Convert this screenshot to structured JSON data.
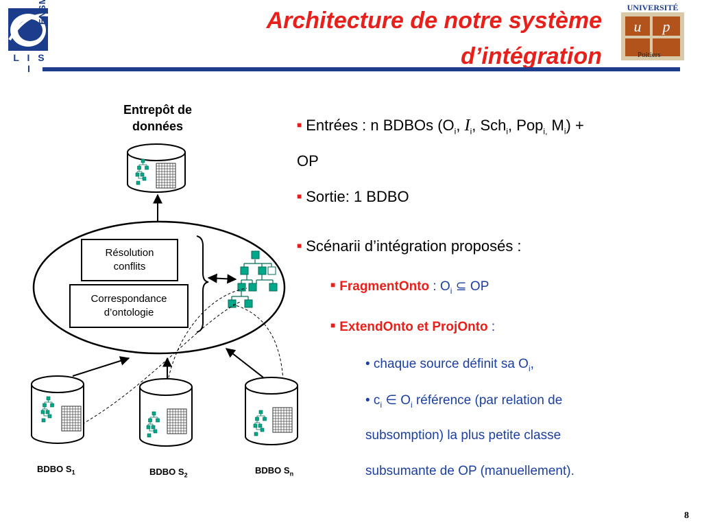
{
  "header": {
    "title_line1": "Architecture de notre système",
    "title_line2": "d’intégration",
    "logo_lisi": "L I S I",
    "logo_ensma": "ENSMA",
    "logo_univ": "UNIVERSITÉ",
    "logo_univ_sub": "Poitiers"
  },
  "diagram": {
    "warehouse_label_1": "Entrepôt de",
    "warehouse_label_2": "données",
    "box_resolution_1": "Résolution",
    "box_resolution_2": "conflits",
    "box_correspondance_1": "Correspondance",
    "box_correspondance_2": "d’ontologie",
    "sources": [
      {
        "name": "BDBO S",
        "sub": "1"
      },
      {
        "name": "BDBO S",
        "sub": "2"
      },
      {
        "name": "BDBO S",
        "sub": "n"
      }
    ]
  },
  "bullets": {
    "entrees": {
      "prefix": "Entrées : n BDBOs (O",
      "i1": "i",
      "comma1": ", ",
      "cal_I": "I",
      "i2": "i",
      "sch": ", Sch",
      "i3": "i",
      "pop": ", Pop",
      "i4": "i,",
      "m": " M",
      "i5": "i",
      "suffix": ") +",
      "cont": "OP"
    },
    "sortie": "Sortie: 1 BDBO",
    "scenarii": "Scénarii d’intégration proposés :",
    "fragment_name": "FragmentOnto",
    "fragment_rest": " : O",
    "fragment_i": "i",
    "fragment_op": " ⊆ OP",
    "extend_name": "ExtendOnto et ProjOnto",
    "extend_colon": " :",
    "sub1": "• chaque source définit sa O",
    "sub1_i": "i",
    "sub1_end": ",",
    "sub2_a": "• c",
    "sub2_i": "i",
    "sub2_b": " ∈ O",
    "sub2_i2": "i",
    "sub2_c": " référence (par relation de",
    "sub3": "subsomption) la plus petite classe",
    "sub4": "subsumante de OP (manuellement)."
  },
  "page_number": "8",
  "colors": {
    "title": "#e8201c",
    "rule": "#1c3d8c",
    "accent_blue": "#1c3fa0",
    "node": "#00a88a"
  }
}
